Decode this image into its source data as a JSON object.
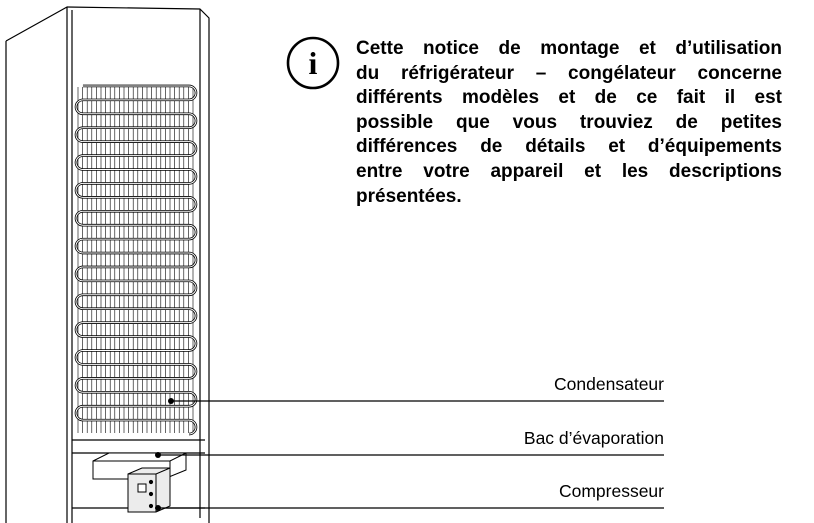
{
  "notice": {
    "lines": [
      "Cette notice de montage et d’utilisation",
      "du réfrigérateur – congélateur concerne",
      "différents modèles et de ce fait il est",
      "possible que vous trouviez de petites",
      "différences de détails et d’équipements",
      "entre votre appareil et les descriptions",
      "présentées."
    ]
  },
  "info_icon": {
    "name": "info-icon",
    "glyph": "i"
  },
  "labels": {
    "condensateur": "Condensateur",
    "bac": "Bac d’évaporation",
    "compresseur": "Compresseur"
  }
}
